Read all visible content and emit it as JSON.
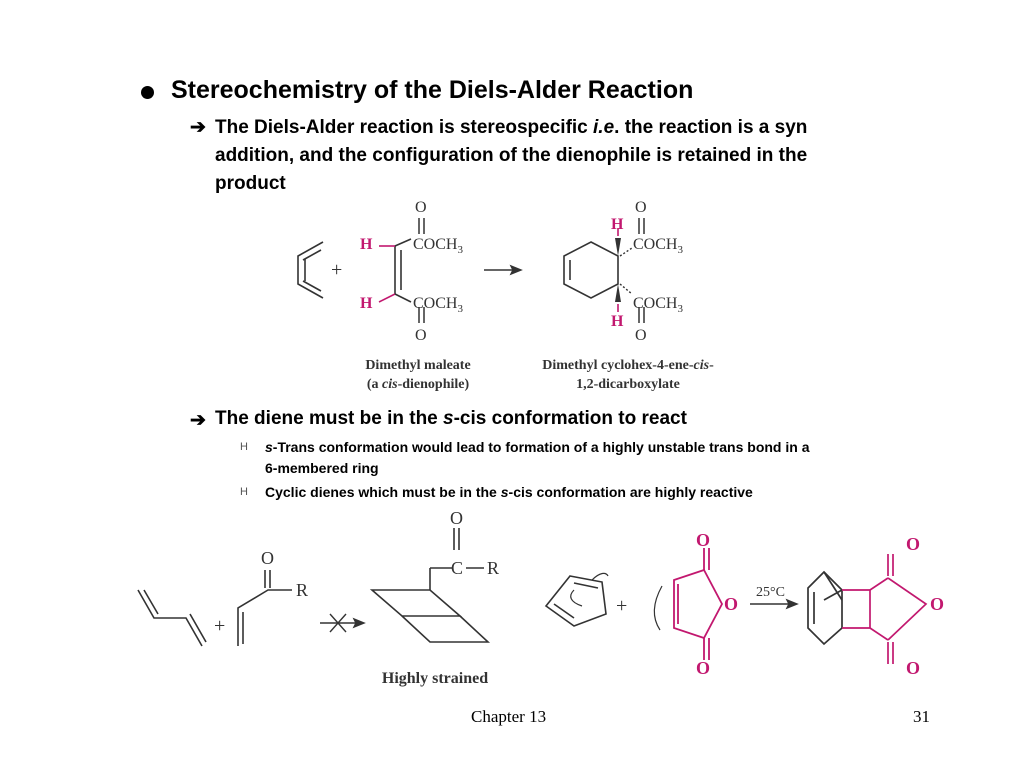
{
  "heading": "Stereochemistry of the Diels-Alder Reaction",
  "point1": {
    "arrow": "➔",
    "line1_a": "The Diels-Alder reaction is stereospecific ",
    "line1_b": "i.e",
    "line1_c": ". the reaction is a syn",
    "line2": "addition, and the configuration of the dienophile is retained in the",
    "line3": "product"
  },
  "point2": {
    "arrow": "➔",
    "a": "The diene must be in the ",
    "b": "s",
    "c": "-cis conformation to react"
  },
  "subpoints": [
    {
      "marker": "H",
      "a": "s",
      "b": "-Trans conformation would lead to formation of a highly unstable trans bond in a",
      "line2": "6-membered ring"
    },
    {
      "marker": "H",
      "a": "Cyclic dienes which must be in the ",
      "b": "s",
      "c": "-cis conformation are highly reactive"
    }
  ],
  "figure1": {
    "plus": "+",
    "h_label": "H",
    "o_label": "O",
    "coch3_a": "COCH",
    "coch3_sub": "3",
    "label_maleate_1": "Dimethyl maleate",
    "label_maleate_2a": "(a ",
    "label_maleate_2b": "cis",
    "label_maleate_2c": "-dienophile)",
    "label_product_1a": "Dimethyl cyclohex-4-ene-",
    "label_product_1b": "cis",
    "label_product_1c": "-",
    "label_product_2": "1,2-dicarboxylate"
  },
  "figure2": {
    "plus": "+",
    "o_label": "O",
    "c_label": "C",
    "r_label": "R",
    "strained_label": "Highly strained",
    "temp_label": "25°C"
  },
  "footer": {
    "chapter": "Chapter 13",
    "page": "31"
  },
  "colors": {
    "magenta": "#c2186f",
    "text": "#000000",
    "structure": "#333333"
  }
}
